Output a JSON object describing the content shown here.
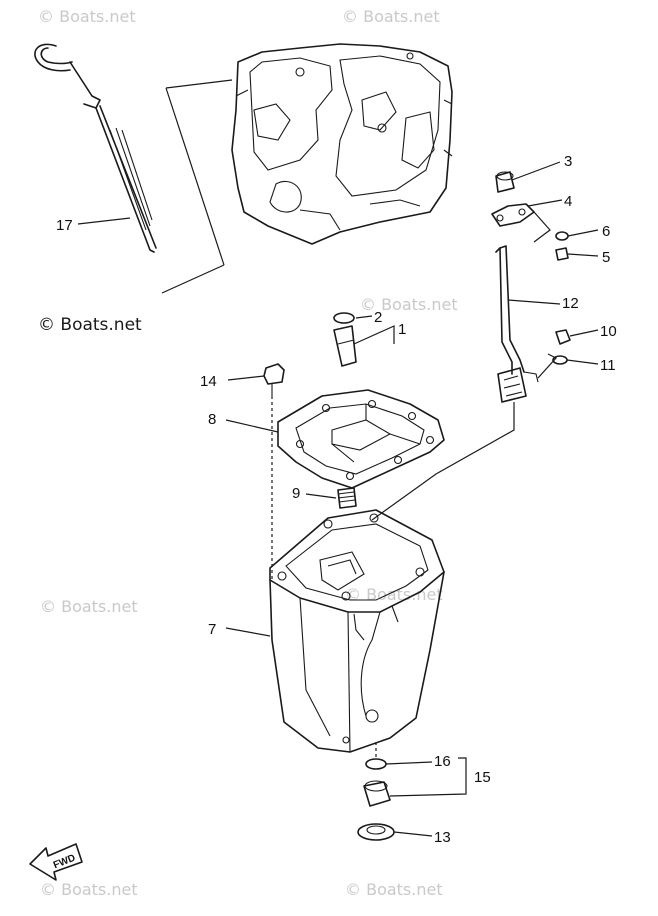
{
  "diagram": {
    "callouts": [
      {
        "id": "c1",
        "text": "1"
      },
      {
        "id": "c2",
        "text": "2"
      },
      {
        "id": "c3",
        "text": "3"
      },
      {
        "id": "c4",
        "text": "4"
      },
      {
        "id": "c5",
        "text": "5"
      },
      {
        "id": "c6",
        "text": "6"
      },
      {
        "id": "c7",
        "text": "7"
      },
      {
        "id": "c8",
        "text": "8"
      },
      {
        "id": "c9",
        "text": "9"
      },
      {
        "id": "c10",
        "text": "10"
      },
      {
        "id": "c11",
        "text": "11"
      },
      {
        "id": "c12",
        "text": "12"
      },
      {
        "id": "c13",
        "text": "13"
      },
      {
        "id": "c14",
        "text": "14"
      },
      {
        "id": "c15",
        "text": "15"
      },
      {
        "id": "c16",
        "text": "16"
      },
      {
        "id": "c17",
        "text": "17"
      }
    ],
    "watermark": "© Boats.net",
    "fwd_label": "FWD"
  }
}
